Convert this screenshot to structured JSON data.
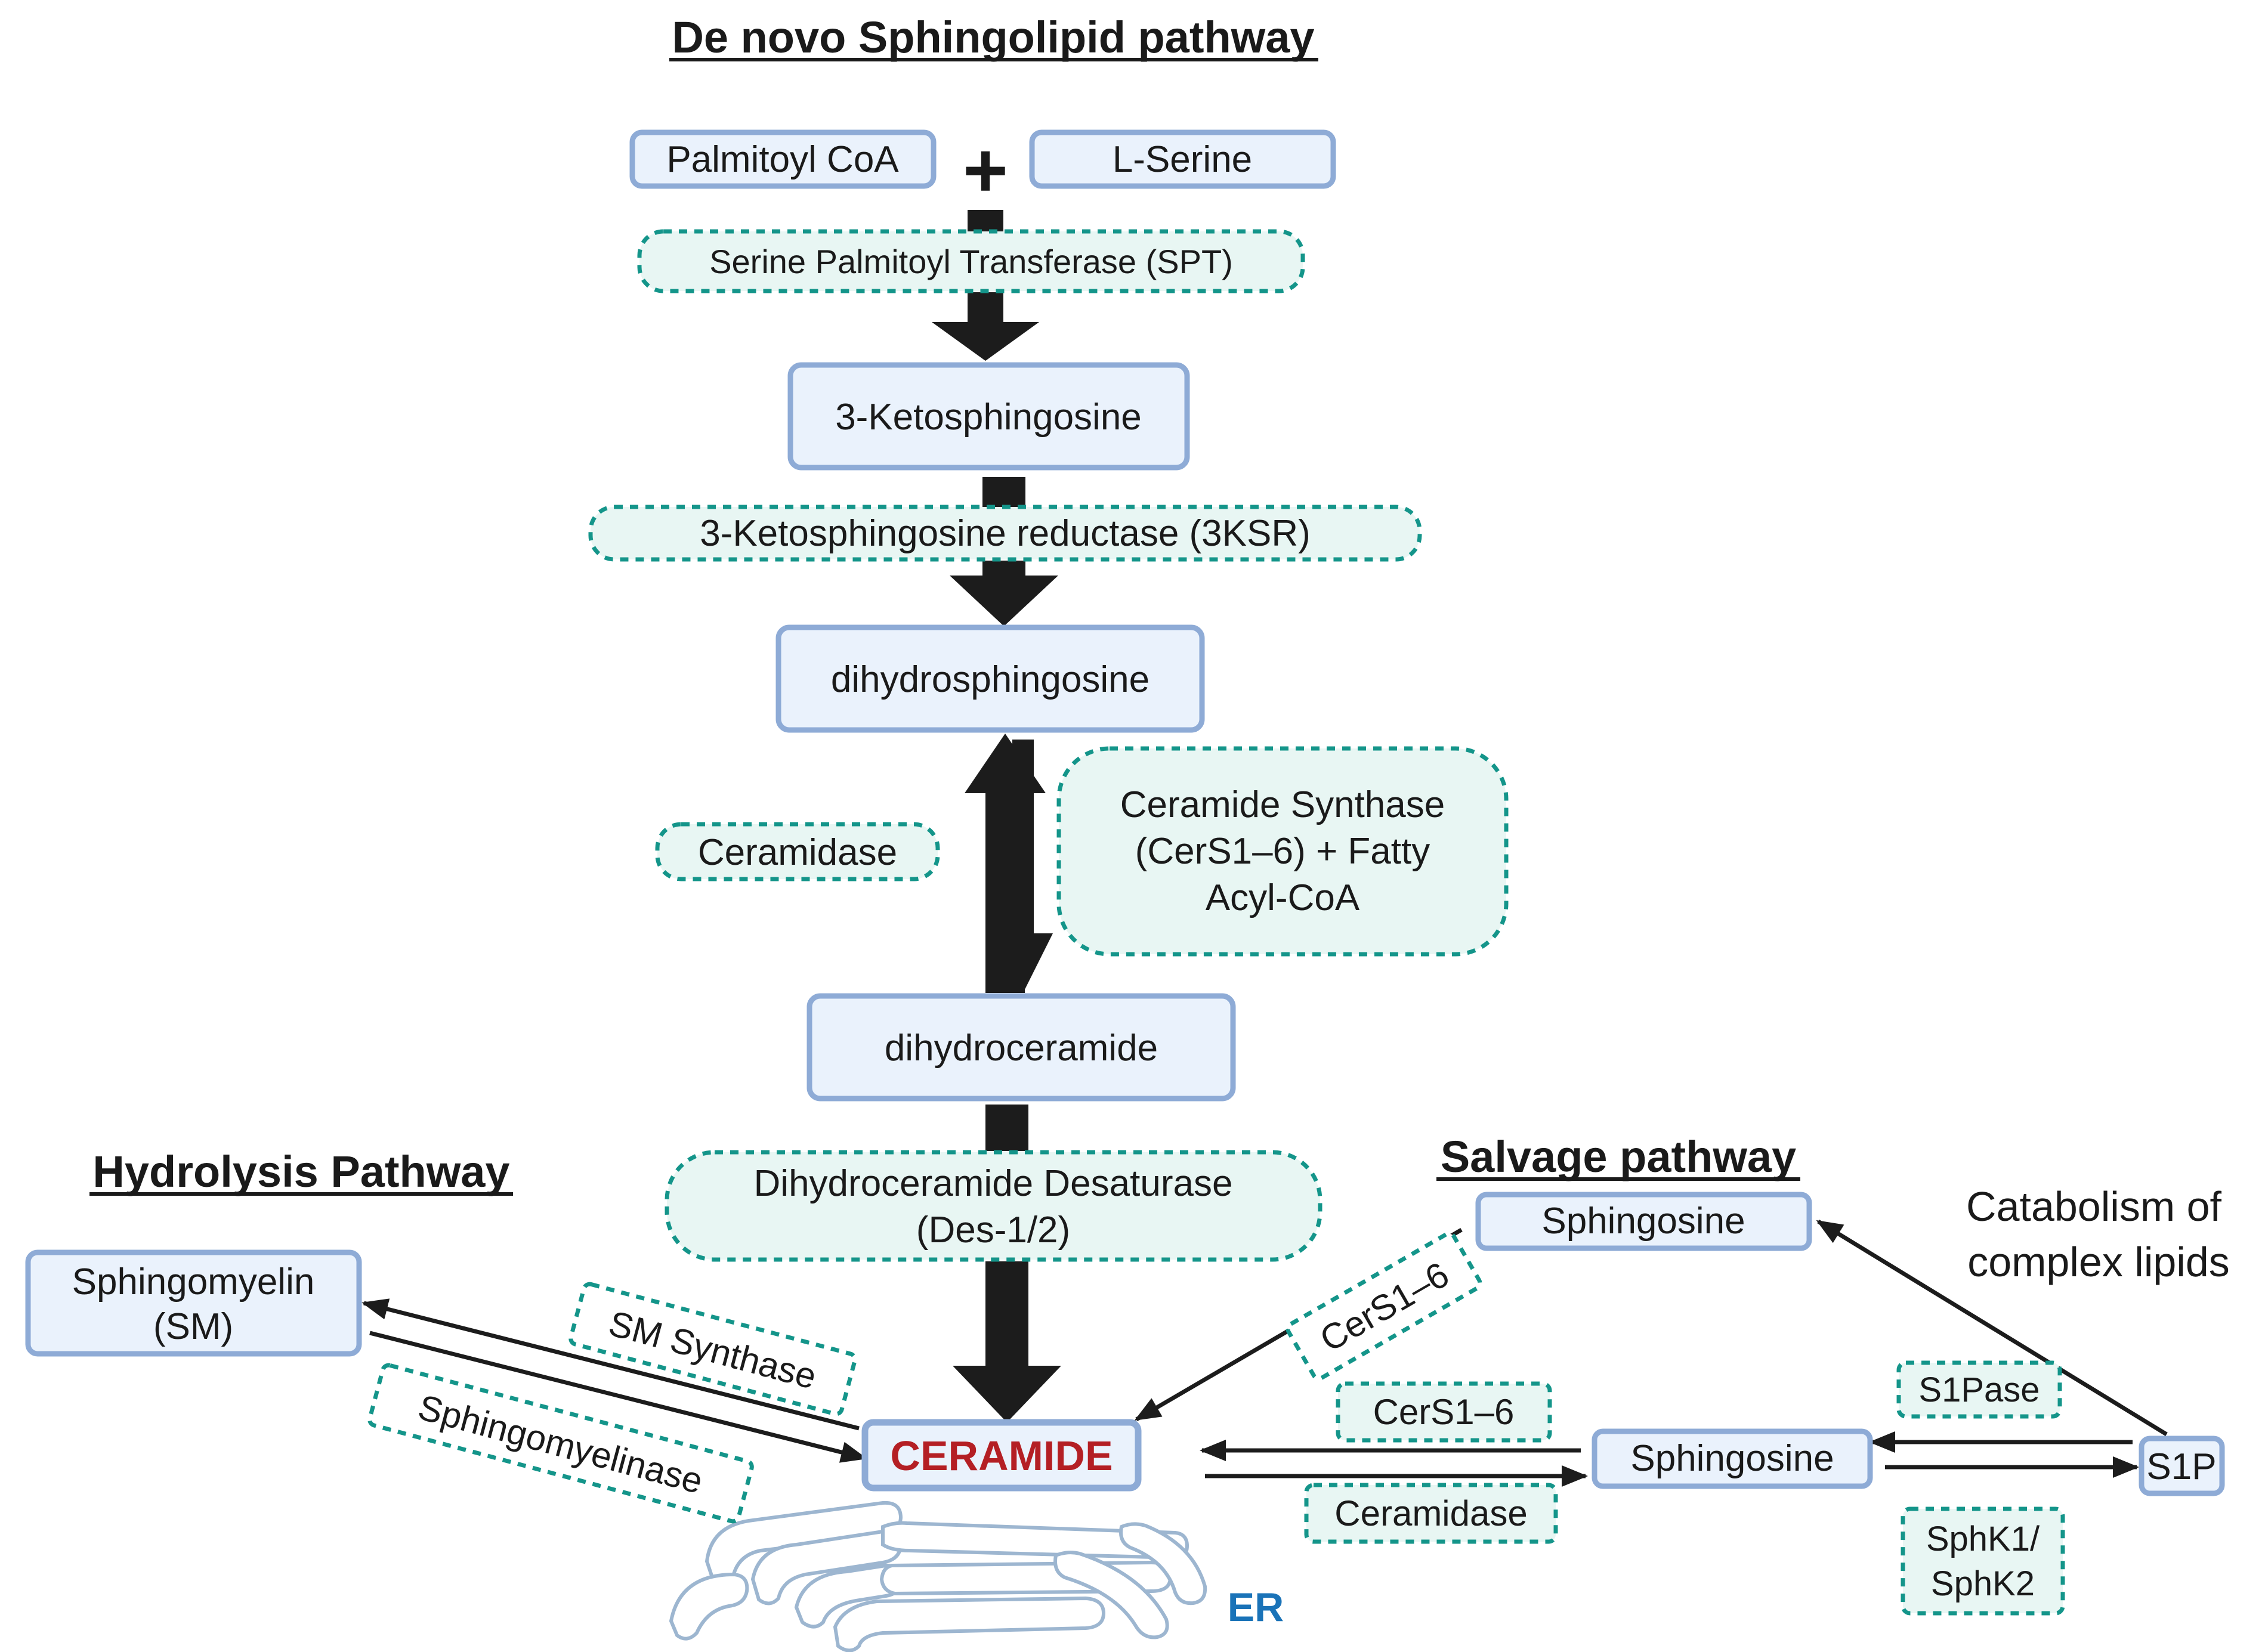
{
  "title": "De novo Sphingolipid pathway",
  "sections": {
    "hydrolysis": "Hydrolysis Pathway",
    "salvage": "Salvage pathway",
    "catabolism": [
      "Catabolism of",
      "complex lipids"
    ]
  },
  "molecules": {
    "palmitoyl_coa": "Palmitoyl CoA",
    "plus": "+",
    "l_serine": "L-Serine",
    "ketosphingosine": "3-Ketosphingosine",
    "dihydrosphingosine": "dihydrosphingosine",
    "dihydroceramide": "dihydroceramide",
    "ceramide": "CERAMIDE",
    "sphingomyelin": [
      "Sphingomyelin",
      "(SM)"
    ],
    "sphingosine_top": "Sphingosine",
    "sphingosine_bottom": "Sphingosine",
    "s1p": "S1P"
  },
  "enzymes": {
    "spt": "Serine Palmitoyl Transferase (SPT)",
    "ksr": "3-Ketosphingosine reductase (3KSR)",
    "ceramidase_upper": "Ceramidase",
    "cers_synthase": [
      "Ceramide Synthase",
      "(CerS1–6) + Fatty",
      "Acyl-CoA"
    ],
    "des": [
      "Dihydroceramide Desaturase",
      "(Des-1/2)"
    ],
    "sm_synthase": "SM Synthase",
    "sphingomyelinase": "Sphingomyelinase",
    "cers_diag": "CerS1–6",
    "cers_mid": "CerS1–6",
    "ceramidase_lower": "Ceramidase",
    "s1pase": "S1Pase",
    "sphk": [
      "SphK1/",
      "SphK2"
    ]
  },
  "er_label": "ER",
  "colors": {
    "ceramide_text": "#b41f24",
    "er_text": "#1a73b8",
    "molecule_fill": "#eaf2fc",
    "molecule_border": "#8eabd6",
    "enzyme_fill": "#e8f6f3",
    "enzyme_border": "#14958a",
    "arrow": "#1c1c1c"
  }
}
